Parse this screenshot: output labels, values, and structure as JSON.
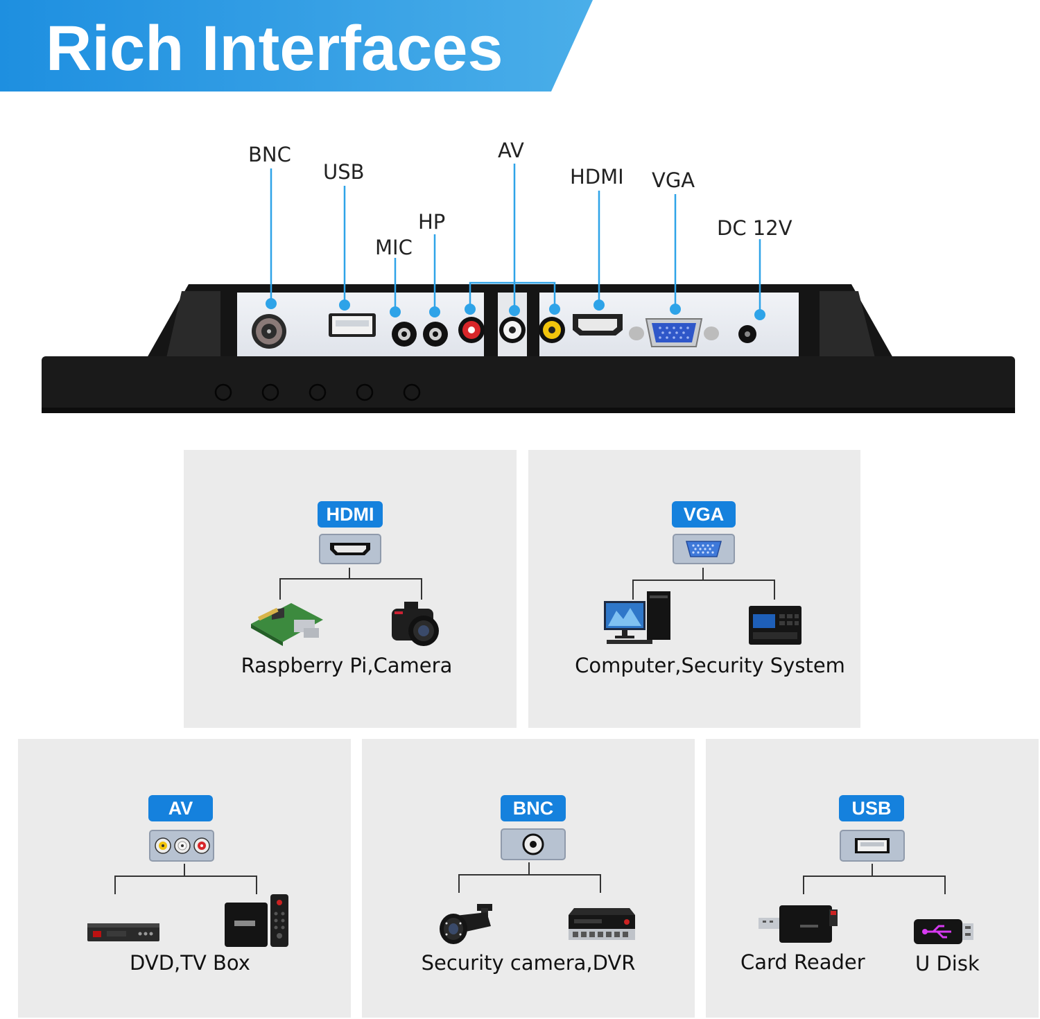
{
  "banner": {
    "title": "Rich Interfaces",
    "color": "#1a8fe3"
  },
  "ports": {
    "bnc": "BNC",
    "usb": "USB",
    "mic": "MIC",
    "hp": "HP",
    "av": "AV",
    "hdmi": "HDMI",
    "vga": "VGA",
    "dc": "DC  12V"
  },
  "panels": {
    "hdmi": {
      "badge": "HDMI",
      "caption": "Raspberry Pi,Camera"
    },
    "vga": {
      "badge": "VGA",
      "caption": "Computer,Security System"
    },
    "av": {
      "badge": "AV",
      "caption": "DVD,TV Box"
    },
    "bnc": {
      "badge": "BNC",
      "caption": "Security camera,DVR"
    },
    "usb": {
      "badge": "USB",
      "caption_left": "Card Reader",
      "caption_right": "U Disk"
    }
  },
  "colors": {
    "accent": "#1581dd",
    "callout": "#2ea3e8",
    "panel_bg": "#ebebeb"
  }
}
